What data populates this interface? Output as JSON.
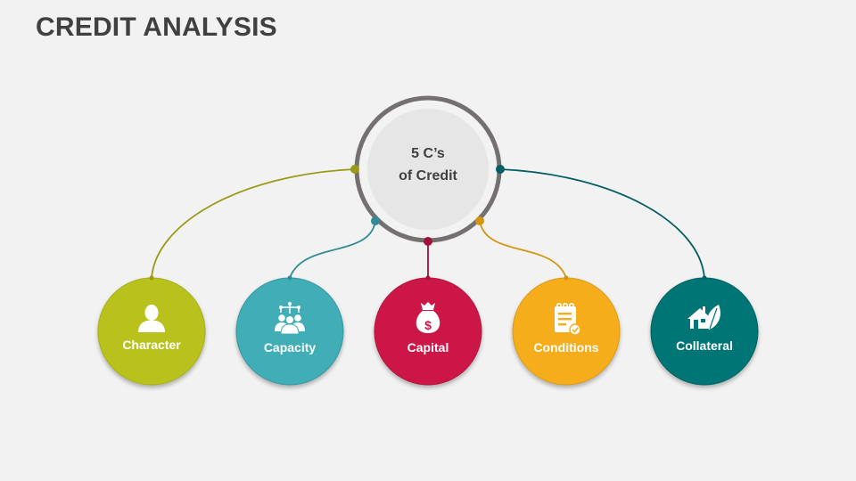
{
  "title": "CREDIT ANALYSIS",
  "center": {
    "line1": "5 C’s",
    "line2": "of Credit",
    "ring_color": "#757070",
    "fill_color": "#e6e6e6"
  },
  "nodes": [
    {
      "label": "Character",
      "icon": "person-icon",
      "color": "#b9c21f",
      "line_color": "#9a9a18"
    },
    {
      "label": "Capacity",
      "icon": "team-network-icon",
      "color": "#3fadb7",
      "line_color": "#2f8c96"
    },
    {
      "label": "Capital",
      "icon": "money-bag-icon",
      "color": "#cc1746",
      "line_color": "#a0123a"
    },
    {
      "label": "Conditions",
      "icon": "checklist-notepad-icon",
      "color": "#f6ad1b",
      "line_color": "#d49410"
    },
    {
      "label": "Collateral",
      "icon": "house-leaf-icon",
      "color": "#037575",
      "line_color": "#045e62"
    }
  ]
}
